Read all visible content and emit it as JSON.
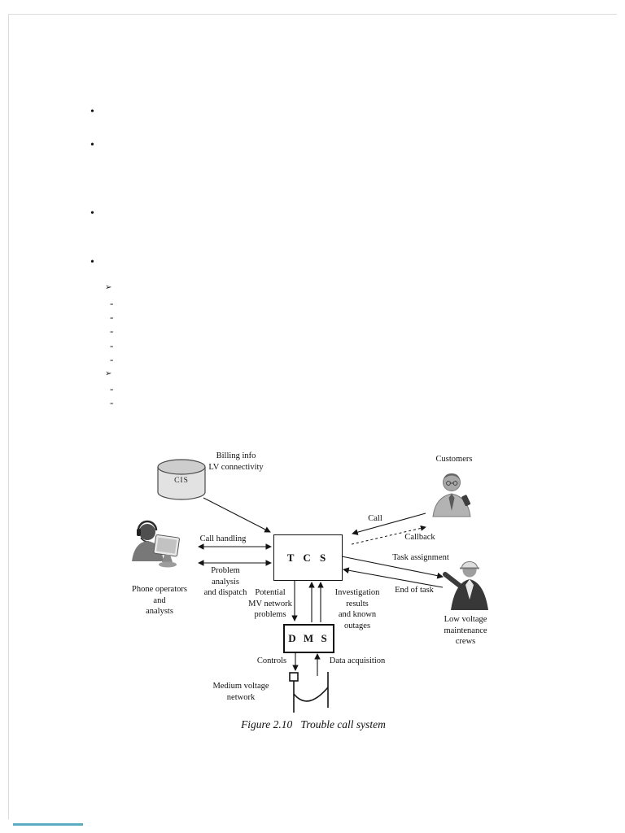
{
  "markers": [
    "•",
    "•",
    "•",
    "•",
    "➢",
    "-",
    "-",
    "-",
    "-",
    "-",
    "➢",
    "-",
    "-"
  ],
  "diagram": {
    "cis": "CIS",
    "billing": "Billing info\nLV connectivity",
    "customers": "Customers",
    "call": "Call",
    "callback": "Callback",
    "call_handling": "Call handling",
    "problem_analysis": "Problem\nanalysis\nand dispatch",
    "phone_operators": "Phone operators\nand\nanalysts",
    "tcs": "T C S",
    "dms": "D M S",
    "task_assignment": "Task assignment",
    "end_of_task": "End of task",
    "lv_crews": "Low voltage\nmaintenance\ncrews",
    "potential": "Potential\nMV network\nproblems",
    "investigation": "Investigation\nresults\nand known outages",
    "controls": "Controls",
    "data_acquisition": "Data acquisition",
    "mv_network": "Medium voltage\nnetwork"
  },
  "caption": "Figure 2.10   Trouble call system",
  "colors": {
    "ink": "#141414",
    "icon_gray": "#9a9a9a",
    "scan_teal": "#3f9db4"
  }
}
